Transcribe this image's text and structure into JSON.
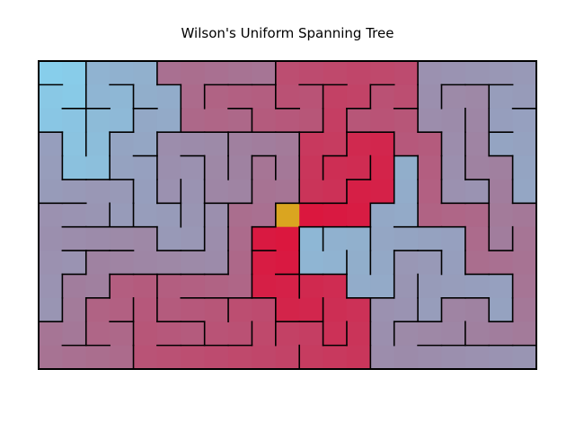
{
  "title": "Wilson's Uniform Spanning Tree",
  "maze": {
    "cols": 21,
    "rows": 13,
    "goal_cell": [
      10,
      6
    ],
    "colors": {
      "near": "#dc143c",
      "mid": "#a0809f",
      "far": "#87ceeb",
      "goal": "#daa520",
      "wall": "#000000"
    }
  }
}
